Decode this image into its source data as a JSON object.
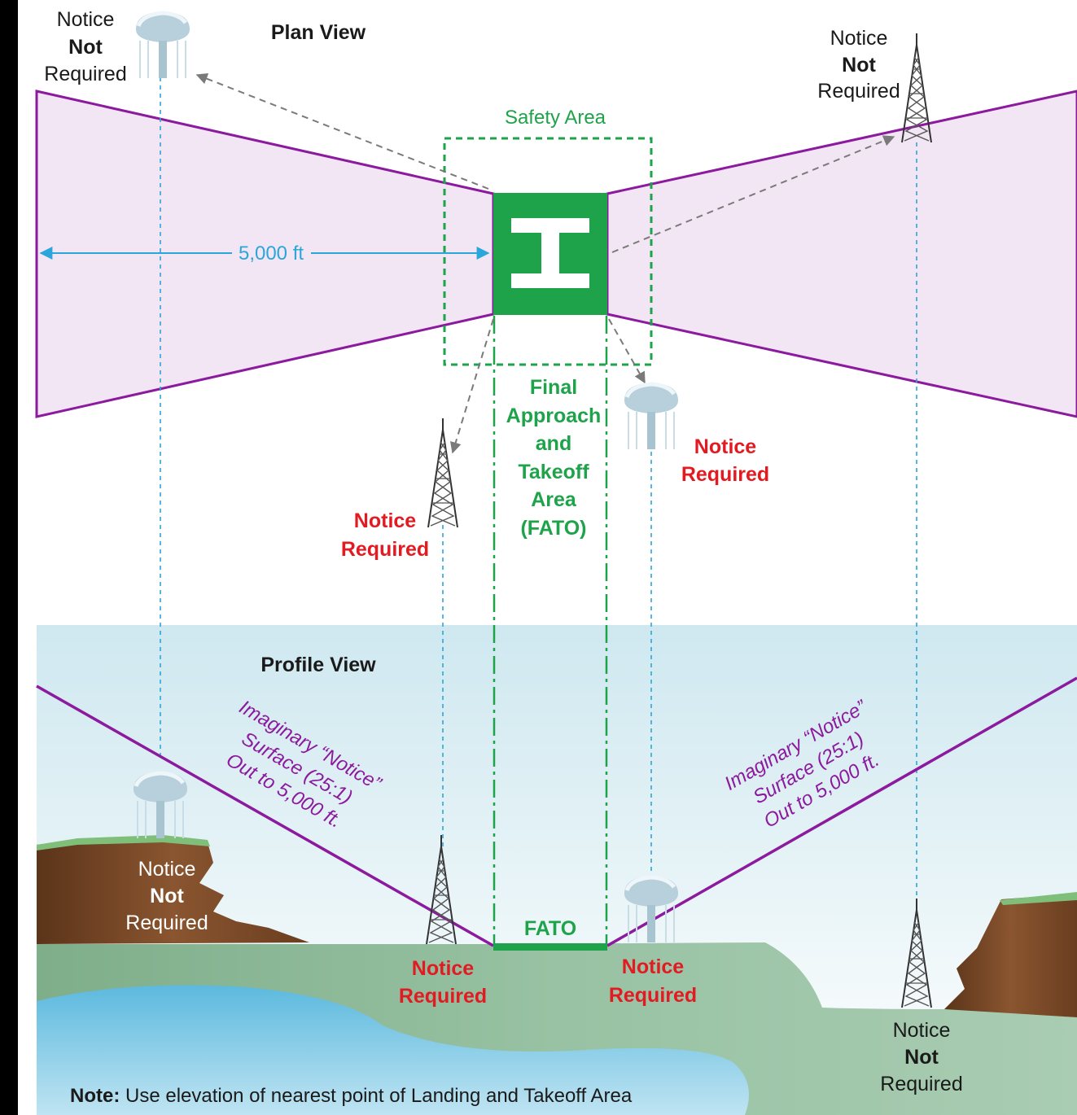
{
  "plan_view": {
    "title": "Plan View",
    "safety_area_label": "Safety Area",
    "distance_label": "5,000 ft",
    "fato_lines": [
      "Final",
      "Approach",
      "and",
      "Takeoff",
      "Area",
      "(FATO)"
    ]
  },
  "profile_view": {
    "title": "Profile View",
    "surface_lines": [
      "Imaginary “Notice”",
      "Surface (25:1)",
      "Out to 5,000 ft."
    ],
    "fato_label": "FATO"
  },
  "notice": {
    "word_notice": "Notice",
    "word_not": "Not",
    "word_required": "Required"
  },
  "note": {
    "prefix": "Note:",
    "text": " Use elevation of nearest point of Landing and Takeoff Area"
  },
  "colors": {
    "approach_fill": "#f2e6f4",
    "approach_stroke": "#8c1a9e",
    "fato_green": "#1fa34a",
    "notice_red": "#e21b23",
    "dimension_blue": "#2aa6db",
    "sky": "#cfe8f0",
    "ground": "#8fbb9a",
    "water": "#5fbde0",
    "cliff": "#7a4a2a"
  },
  "icons": [
    "water-tower-icon",
    "radio-tower-icon",
    "heliport-h-icon"
  ]
}
